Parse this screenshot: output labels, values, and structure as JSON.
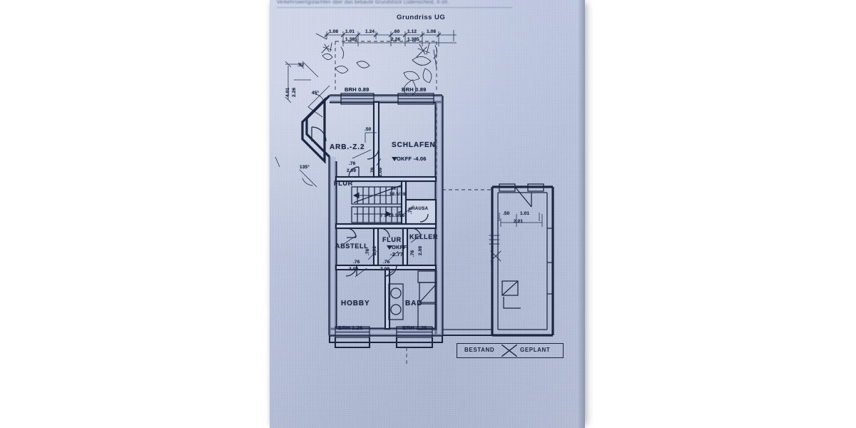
{
  "document": {
    "header_text": "Verkehrswertgutachten über das bebaute Grundstück Lüdenscheid, X-str.",
    "title": "Grundriss UG"
  },
  "legend": {
    "left_label": "BESTAND",
    "right_label": "GEPLANT"
  },
  "rooms": [
    {
      "id": "arbeitszimmer",
      "label": "ARB.-Z.2"
    },
    {
      "id": "schlafen",
      "label": "SCHLAFEN"
    },
    {
      "id": "flur-ob",
      "label": "FLUR"
    },
    {
      "id": "hausanschluss",
      "label": "HAUSA"
    },
    {
      "id": "abstell",
      "label": "ABSTELL"
    },
    {
      "id": "flur-mitte",
      "label": "FLUR"
    },
    {
      "id": "keller",
      "label": "KELLER"
    },
    {
      "id": "hobby",
      "label": "HOBBY"
    },
    {
      "id": "bad",
      "label": "BAD"
    }
  ],
  "levels": [
    {
      "id": "okff-schlafen",
      "label": "OKFF -4.06"
    },
    {
      "id": "okff-flur-1",
      "label": "OKFF"
    },
    {
      "id": "okff-flur-2",
      "label": "-2.77"
    }
  ],
  "sill_heights": [
    {
      "id": "brh-arb",
      "label": "BRH 0.89"
    },
    {
      "id": "brh-schl",
      "label": "BRH 0.89"
    },
    {
      "id": "brh-hobby",
      "label": "BRH 1.26"
    },
    {
      "id": "brh-bad",
      "label": "BRH 1.26"
    }
  ],
  "stairs": [
    {
      "id": "steps-upper",
      "label": "8x",
      "sub": "18.5/26"
    },
    {
      "id": "steps-lower",
      "label": "7 x 18.5/26"
    }
  ],
  "top_dimensions": {
    "row1": [
      "1.08",
      "1.01",
      "1.24",
      ".60",
      "1.12",
      "1.08"
    ],
    "row2": [
      "1.385",
      "2.26",
      "1.385"
    ]
  },
  "left_dimensions": {
    "upper": ".52",
    "stack_top": "4.01",
    "stack_bottom": "2.26",
    "angle_45": "45°",
    "angle_135": "135°"
  },
  "annex_dimensions": {
    "a": ".50",
    "b": "1.01",
    "total": "2.01"
  },
  "door_dimensions": [
    {
      "id": "d1",
      "w": ".50"
    },
    {
      "id": "d2",
      "w": ".76",
      "h": "2.09"
    },
    {
      "id": "d3",
      "w": ".76",
      "h": "2.09"
    },
    {
      "id": "d4",
      "w": ".76",
      "h": "2.09"
    },
    {
      "id": "d5",
      "w": ".76",
      "h": "2.09"
    },
    {
      "id": "d6",
      "w": ".76",
      "h": "2.09"
    },
    {
      "id": "d7",
      "w": ".76",
      "h": "2.09"
    },
    {
      "id": "d8",
      "w": ".76",
      "h": "2.09"
    },
    {
      "id": "d9",
      "w": ".75",
      "h": "2.09"
    }
  ],
  "colors": {
    "paper": "#b9c3dc",
    "ink": "#1b2640",
    "backdrop": "#ffffff"
  }
}
